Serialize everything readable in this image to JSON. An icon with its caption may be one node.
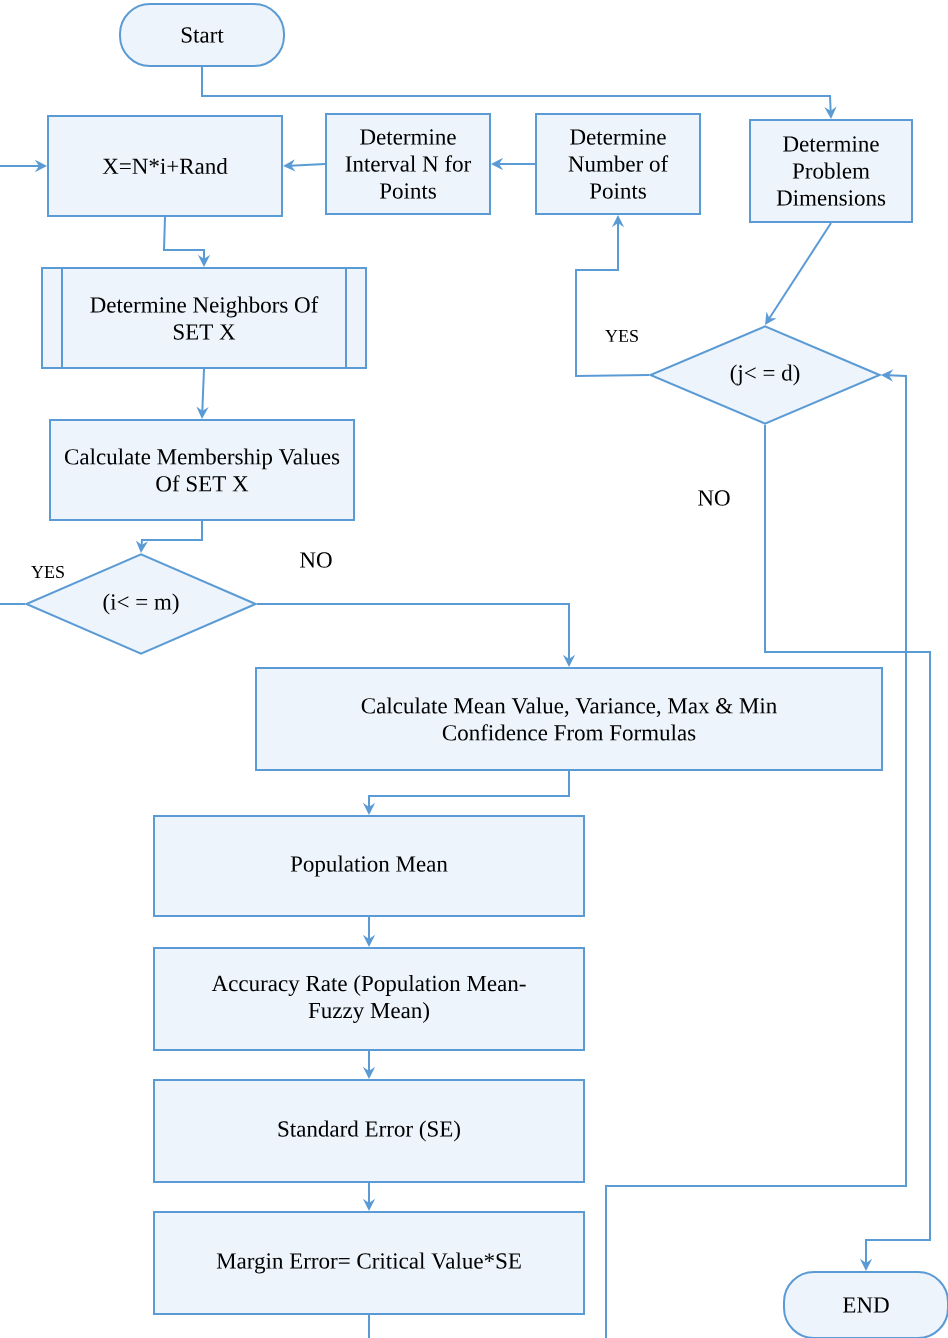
{
  "diagram": {
    "nodes": [
      {
        "text": [
          "Start"
        ]
      },
      {
        "text": [
          "X=N*i+Rand"
        ]
      },
      {
        "text": [
          "Determine Interval N for Points"
        ]
      },
      {
        "text": [
          "Determine Number of Points"
        ]
      },
      {
        "text": [
          "Determine Problem Dimensions"
        ]
      },
      {
        "text": [
          "(j< = d)"
        ]
      },
      {
        "text": [
          "Determine Neighbors Of SET X"
        ]
      },
      {
        "text": [
          "Calculate Membership Values Of SET X"
        ]
      },
      {
        "text": [
          "(i< = m)"
        ]
      },
      {
        "text": [
          "Calculate Mean Value, Variance, Max & Min Confidence From Formulas"
        ]
      },
      {
        "text": [
          "Population Mean"
        ]
      },
      {
        "text": [
          "Accuracy Rate (Population Mean- Fuzzy Mean)"
        ]
      },
      {
        "text": [
          "Standard Error (SE)"
        ]
      },
      {
        "text": [
          "Margin Error= Critical Value*SE"
        ]
      },
      {
        "text": [
          "END"
        ]
      }
    ],
    "edges": [
      {
        "from": 0,
        "to": 4,
        "arrow": "to"
      },
      {
        "from": 4,
        "to": 5,
        "arrow": "to"
      },
      {
        "from": 5,
        "to": 3,
        "arrow": "to",
        "label": "YES"
      },
      {
        "from": 3,
        "to": 2,
        "arrow": "to"
      },
      {
        "from": 2,
        "to": 1,
        "arrow": "to"
      },
      {
        "from": null,
        "to": 1,
        "arrow": "to"
      },
      {
        "from": 1,
        "to": 6,
        "arrow": "to"
      },
      {
        "from": 6,
        "to": 7,
        "arrow": "to"
      },
      {
        "from": 7,
        "to": 8,
        "arrow": "to"
      },
      {
        "from": 8,
        "to": null,
        "arrow": "none",
        "label": "YES"
      },
      {
        "from": 8,
        "to": 9,
        "arrow": "to",
        "label": "NO"
      },
      {
        "from": 9,
        "to": 10,
        "arrow": "to"
      },
      {
        "from": 10,
        "to": 11,
        "arrow": "to"
      },
      {
        "from": 11,
        "to": 12,
        "arrow": "to"
      },
      {
        "from": 12,
        "to": 13,
        "arrow": "to"
      },
      {
        "from": 13,
        "to": null,
        "arrow": "none"
      },
      {
        "from": null,
        "to": 5,
        "arrow": "to"
      },
      {
        "from": 5,
        "to": 14,
        "arrow": "to",
        "label": "NO"
      }
    ]
  }
}
